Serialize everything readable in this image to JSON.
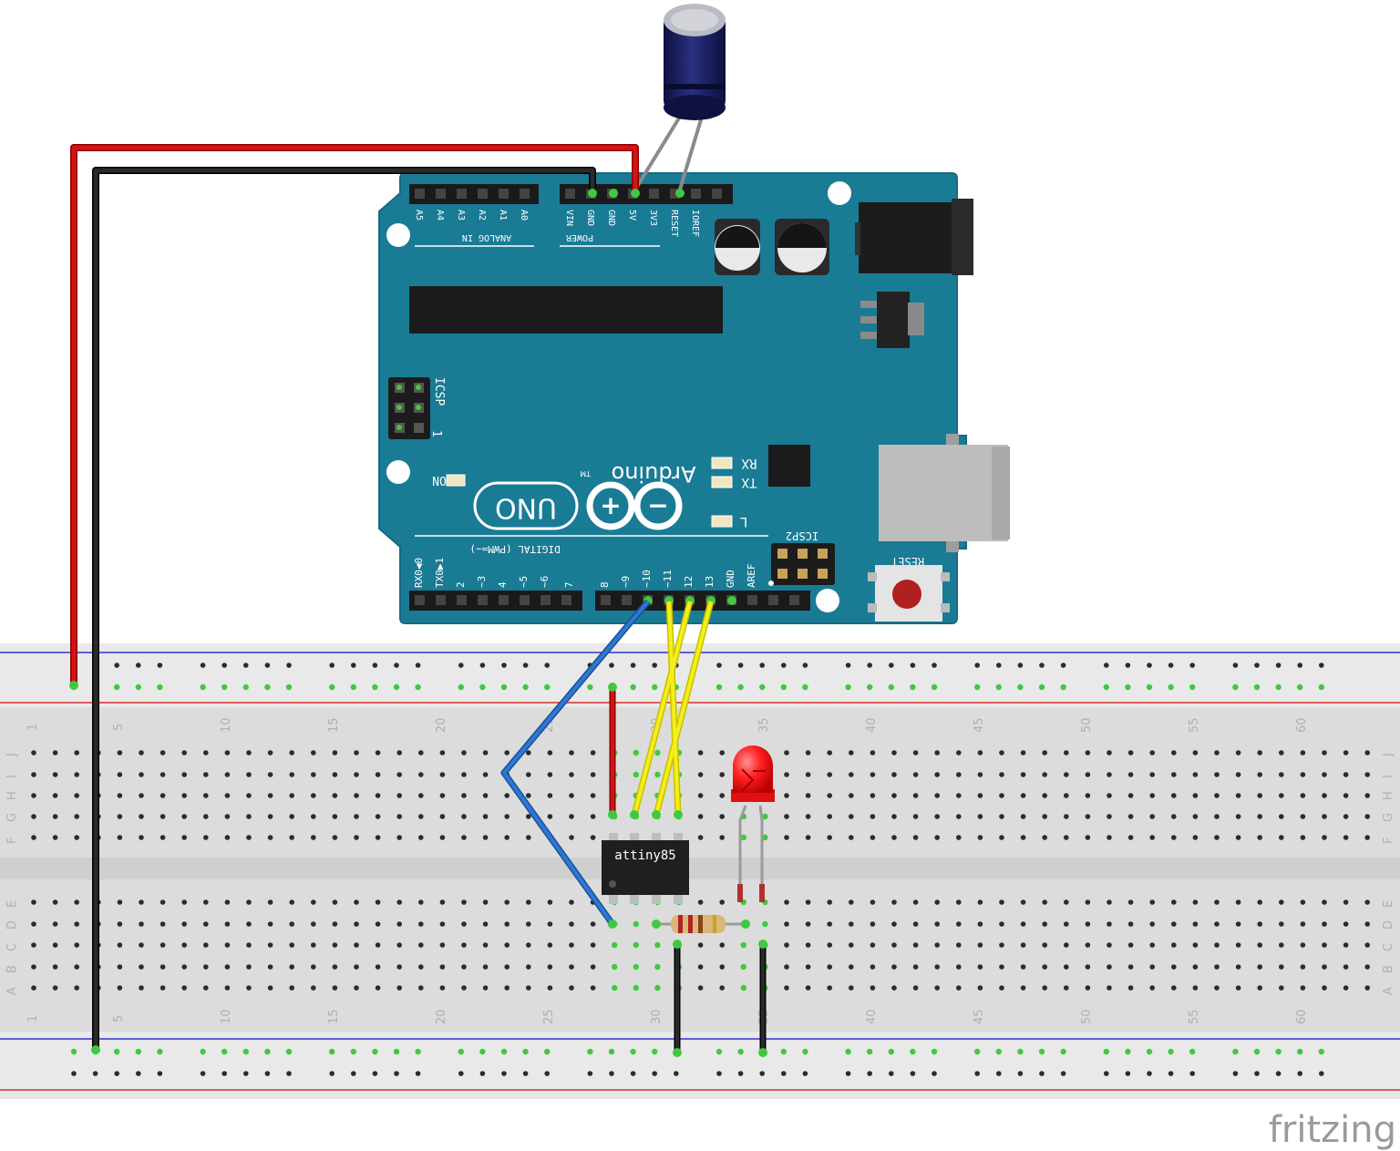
{
  "colors": {
    "board": "#1a7b95",
    "board_edge": "#156a82",
    "breadboard": "#dadada",
    "breadboard_rail": "#e6e6e6",
    "wire_red": "#cc1111",
    "wire_black": "#1a1a1a",
    "wire_blue": "#2a70c8",
    "wire_yellow": "#f4ee1c",
    "led_red": "#ff2020",
    "capacitor": "#1b1f5c",
    "hole_active": "#3fc93f",
    "rail_line_blue": "#2a2ad0",
    "rail_line_red": "#d02a2a"
  },
  "arduino": {
    "analog_pins": [
      "A5",
      "A4",
      "A3",
      "A2",
      "A1",
      "A0"
    ],
    "analog_title": "ANALOG IN",
    "power_pins": [
      "VIN",
      "GND",
      "GND",
      "5V",
      "3V3",
      "RESET",
      "IOREF"
    ],
    "power_title": "POWER",
    "icsp_label": "ICSP",
    "icsp_pin1": "1",
    "on_label": "ON",
    "logo_text": "Arduino",
    "tm": "TM",
    "model": "UNO",
    "rx": "RX",
    "tx": "TX",
    "l": "L",
    "icsp2_label": "ICSP2",
    "reset_label": "RESET",
    "digital_title": "DIGITAL (PWM=~)",
    "digital_pins": [
      "RX0◀0",
      "TX0▶1",
      "2",
      "~3",
      "4",
      "~5",
      "~6",
      "7",
      "8",
      "~9",
      "~10",
      "~11",
      "12",
      "13",
      "GND",
      "AREF"
    ]
  },
  "breadboard": {
    "column_numbers": [
      "1",
      "5",
      "10",
      "15",
      "20",
      "25",
      "30",
      "35",
      "40",
      "45",
      "50",
      "55",
      "60"
    ],
    "row_letters_top": [
      "J",
      "I",
      "H",
      "G",
      "F"
    ],
    "row_letters_bottom": [
      "E",
      "D",
      "C",
      "B",
      "A"
    ]
  },
  "chip": {
    "label": "attiny85"
  },
  "brand": {
    "name": "fritzing"
  }
}
